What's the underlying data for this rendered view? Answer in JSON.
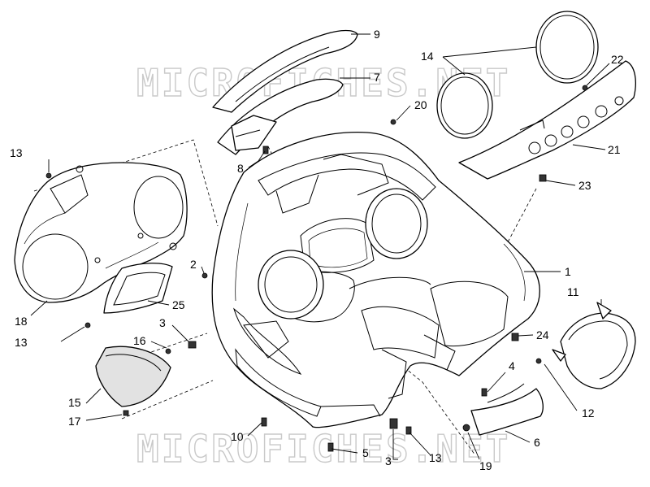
{
  "watermark": "MICROFICHES.NET",
  "callouts": [
    {
      "id": "c1",
      "label": "1"
    },
    {
      "id": "c2",
      "label": "2"
    },
    {
      "id": "c3a",
      "label": "3"
    },
    {
      "id": "c3b",
      "label": "3"
    },
    {
      "id": "c4",
      "label": "4"
    },
    {
      "id": "c5",
      "label": "5"
    },
    {
      "id": "c6",
      "label": "6"
    },
    {
      "id": "c7",
      "label": "7"
    },
    {
      "id": "c8",
      "label": "8"
    },
    {
      "id": "c9",
      "label": "9"
    },
    {
      "id": "c10",
      "label": "10"
    },
    {
      "id": "c11",
      "label": "11"
    },
    {
      "id": "c12",
      "label": "12"
    },
    {
      "id": "c13a",
      "label": "13"
    },
    {
      "id": "c13b",
      "label": "13"
    },
    {
      "id": "c13c",
      "label": "13"
    },
    {
      "id": "c14",
      "label": "14"
    },
    {
      "id": "c15",
      "label": "15"
    },
    {
      "id": "c16",
      "label": "16"
    },
    {
      "id": "c17",
      "label": "17"
    },
    {
      "id": "c18",
      "label": "18"
    },
    {
      "id": "c19",
      "label": "19"
    },
    {
      "id": "c20",
      "label": "20"
    },
    {
      "id": "c21",
      "label": "21"
    },
    {
      "id": "c22",
      "label": "22"
    },
    {
      "id": "c23",
      "label": "23"
    },
    {
      "id": "c24",
      "label": "24"
    },
    {
      "id": "c25",
      "label": "25"
    }
  ]
}
